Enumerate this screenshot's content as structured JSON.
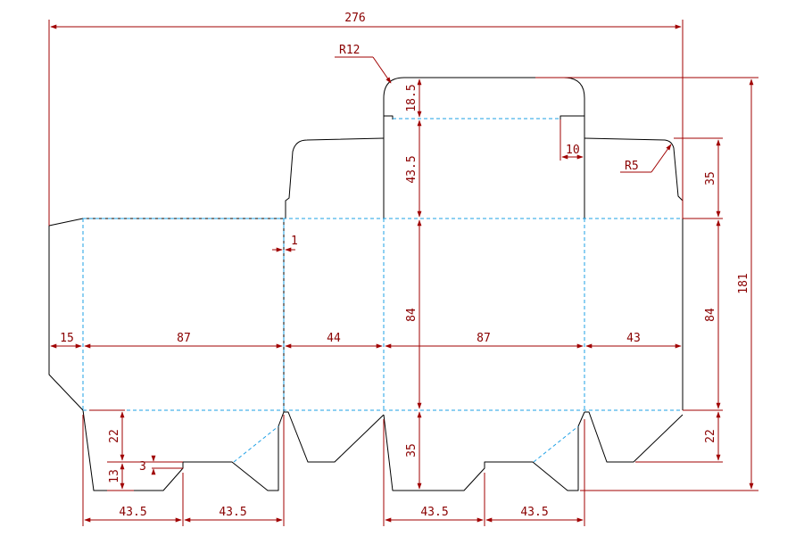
{
  "dims": {
    "total_width": "276",
    "total_height": "181",
    "r12": "R12",
    "r5": "R5",
    "tab_10": "10",
    "gap_1": "1",
    "glue_15": "15",
    "panel_87a": "87",
    "panel_44": "44",
    "panel_87b": "87",
    "panel_43": "43",
    "flap_185": "18.5",
    "top_435": "43.5",
    "body_84": "84",
    "bottom_35": "35",
    "right_35": "35",
    "right_84": "84",
    "right_22": "22",
    "left_22": "22",
    "left_13": "13",
    "notch_3": "3",
    "bot_435_1": "43.5",
    "bot_435_2": "43.5",
    "bot_435_3": "43.5",
    "bot_435_4": "43.5"
  }
}
